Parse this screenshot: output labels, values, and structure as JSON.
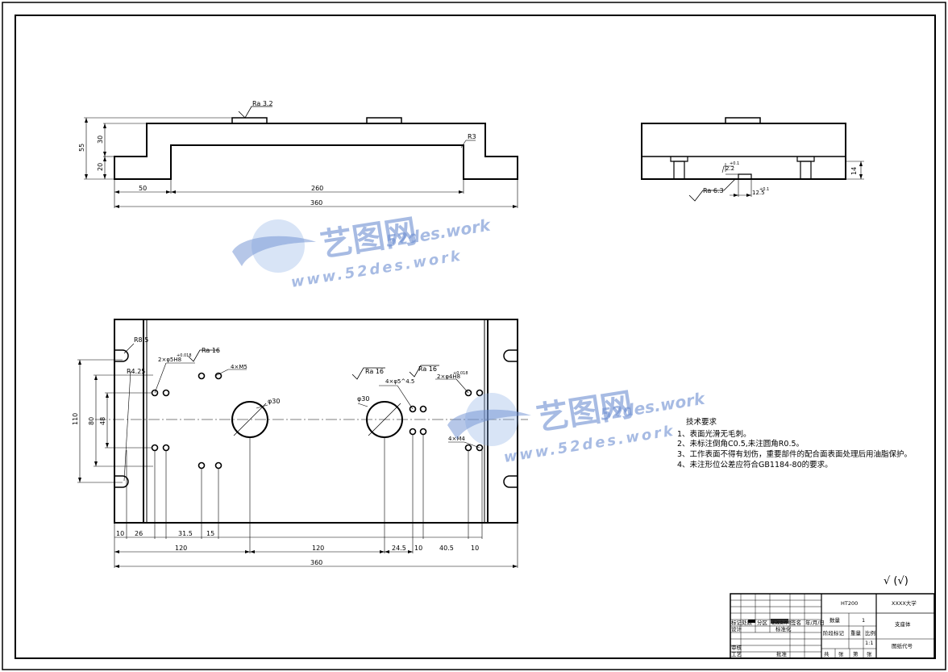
{
  "front_view": {
    "roughness": "Ra 3.2",
    "dims": {
      "height_total": "55",
      "height_upper": "30",
      "height_lower": "20",
      "left_width": "50",
      "slot_width": "260",
      "total_length": "360",
      "radius": "R3"
    }
  },
  "side_view": {
    "roughness": "Ra 6.3",
    "dims": {
      "height": "14",
      "tol1": "2.2",
      "tol1_dev": "+0.1",
      "tol2": "12.5",
      "tol2_dev": "+0.1"
    }
  },
  "top_view": {
    "roughness_left": "Ra 16",
    "roughness_right": "Ra 16",
    "roughness_right2": "Ra 16",
    "callouts": {
      "r85": "R8.5",
      "r_bottom": "R4.25",
      "dowel_left": "2×φ5H8",
      "dowel_left_tol": "+0.018",
      "thread_left": "4×M5",
      "bore_left": "φ30",
      "bore_right": "φ30",
      "holes_right": "4×φ5^4.5",
      "dowel_right": "2×φ4H8",
      "dowel_right_tol": "+0.018",
      "thread_right": "4×M4"
    },
    "dims": {
      "height_total": "110",
      "height_mid": "80",
      "height_inner": "48",
      "d10a": "10",
      "d26": "26",
      "d315": "31.5",
      "d15": "15",
      "d120a": "120",
      "d120b": "120",
      "d245": "24.5",
      "d10b": "10",
      "d405": "40.5",
      "d10c": "10",
      "total": "360"
    }
  },
  "tech_req": {
    "title": "技术要求",
    "items": [
      "1、表面光滑无毛刺。",
      "2、未标注倒角C0.5,未注圆角R0.5。",
      "3、工作表面不得有划伤，重要部件的配合面表面处理后用油脂保护。",
      "4、未注形位公差应符合GB1184-80的要求。"
    ]
  },
  "rough_general": "√ (√)",
  "title_block": {
    "material": "HT200",
    "school": "XXXX大学",
    "part_name": "支座体",
    "drawing_no": "图纸代号",
    "qty_label": "数量",
    "qty": "1",
    "weight_label": "重量",
    "scale_label": "比例",
    "scale": "1:1",
    "stage_label": "阶段标记",
    "sheets_total": "共",
    "sheets_label": "张",
    "sheet_label": "第",
    "sheet_suffix": "张",
    "rows": [
      "标记",
      "处数",
      "分区",
      "更改文件号",
      "签名",
      "年/月/日"
    ],
    "design": "设计",
    "standard": "标准化",
    "review": "审核",
    "process": "工艺",
    "approve": "批准"
  },
  "watermark": {
    "brand": "艺图网",
    "url1": "52des.work",
    "url2": "www.52des.work"
  }
}
